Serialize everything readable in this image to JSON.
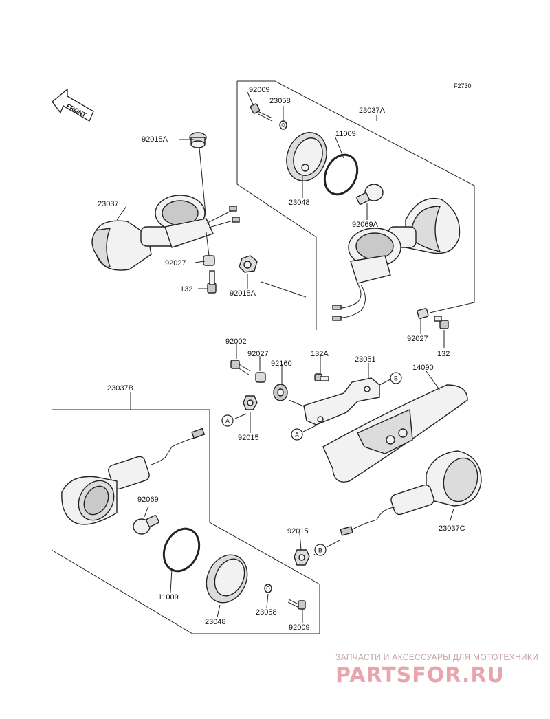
{
  "diagram": {
    "figure_code": "F2730",
    "front_label": "FRONT",
    "callouts": {
      "a1": "A",
      "a2": "A",
      "b1": "B",
      "b2": "B"
    },
    "part_labels": [
      {
        "id": "p92009_top",
        "text": "92009"
      },
      {
        "id": "p23058_top",
        "text": "23058"
      },
      {
        "id": "p23037A",
        "text": "23037A"
      },
      {
        "id": "p11009_top",
        "text": "11009"
      },
      {
        "id": "p92015A_1",
        "text": "92015A"
      },
      {
        "id": "p23037",
        "text": "23037"
      },
      {
        "id": "p23048_top",
        "text": "23048"
      },
      {
        "id": "p92069A",
        "text": "92069A"
      },
      {
        "id": "p92027_1",
        "text": "92027"
      },
      {
        "id": "p132_1",
        "text": "132"
      },
      {
        "id": "p92015A_2",
        "text": "92015A"
      },
      {
        "id": "p92027_2",
        "text": "92027"
      },
      {
        "id": "p132_2",
        "text": "132"
      },
      {
        "id": "p92002",
        "text": "92002"
      },
      {
        "id": "p92027_3",
        "text": "92027"
      },
      {
        "id": "p92160",
        "text": "92160"
      },
      {
        "id": "p132A",
        "text": "132A"
      },
      {
        "id": "p23051",
        "text": "23051"
      },
      {
        "id": "p14090",
        "text": "14090"
      },
      {
        "id": "p23037B",
        "text": "23037B"
      },
      {
        "id": "p92015_1",
        "text": "92015"
      },
      {
        "id": "p92069",
        "text": "92069"
      },
      {
        "id": "p23037C",
        "text": "23037C"
      },
      {
        "id": "p92015_2",
        "text": "92015"
      },
      {
        "id": "p11009_bot",
        "text": "11009"
      },
      {
        "id": "p23058_bot",
        "text": "23058"
      },
      {
        "id": "p23048_bot",
        "text": "23048"
      },
      {
        "id": "p92009_bot",
        "text": "92009"
      }
    ]
  },
  "watermark": {
    "tagline": "ЗАПЧАСТИ И АКСЕССУАРЫ ДЛЯ МОТОТЕХНИКИ",
    "brand": "PARTSFOR.RU"
  }
}
